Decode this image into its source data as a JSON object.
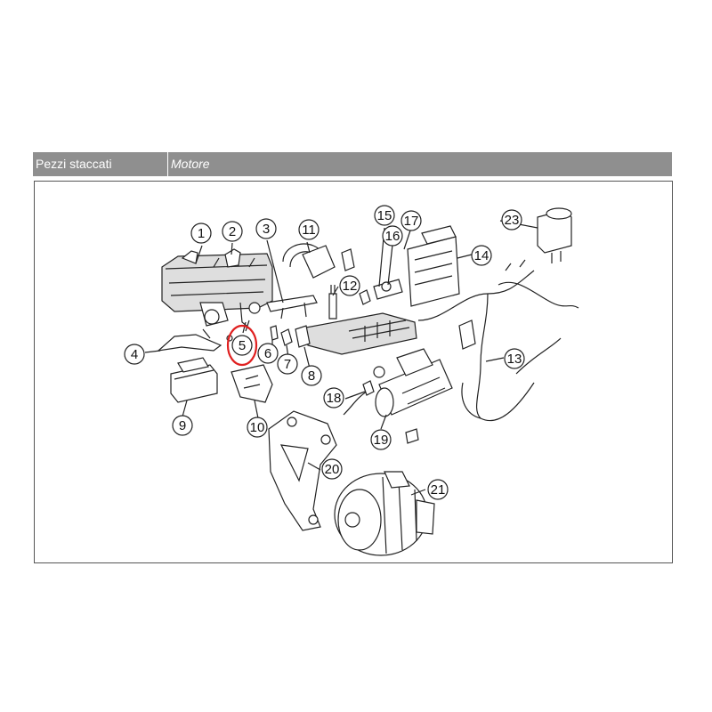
{
  "header": {
    "section_label": "Pezzi staccati",
    "subject_label": "Motore"
  },
  "diagram": {
    "highlighted_callout": "5",
    "highlight_color": "#e02020",
    "callouts": [
      "1",
      "2",
      "3",
      "4",
      "5",
      "6",
      "7",
      "8",
      "9",
      "10",
      "11",
      "12",
      "13",
      "14",
      "15",
      "16",
      "17",
      "18",
      "19",
      "20",
      "21",
      "23"
    ]
  }
}
